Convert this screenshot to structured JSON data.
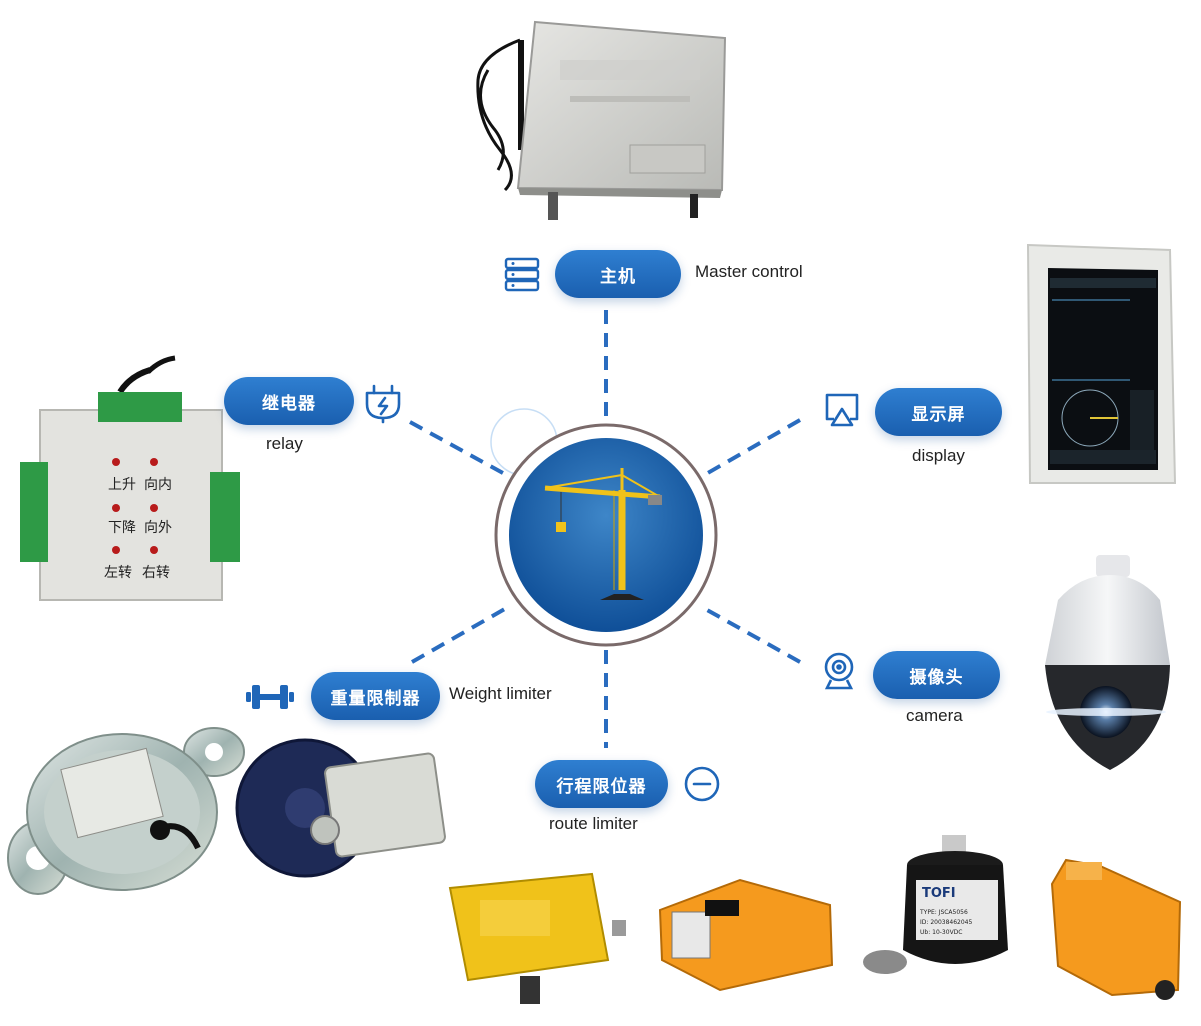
{
  "center": {
    "image": "tower-crane"
  },
  "master": {
    "cn": "主机",
    "en": "Master control",
    "icon": "server-icon"
  },
  "relay": {
    "cn": "继电器",
    "en": "relay",
    "icon": "plug-icon",
    "panel_labels": [
      "上升",
      "向内",
      "下降",
      "向外",
      "左转",
      "右转"
    ]
  },
  "display": {
    "cn": "显示屏",
    "en": "display",
    "icon": "screen-cast-icon"
  },
  "camera": {
    "cn": "摄像头",
    "en": "camera",
    "icon": "webcam-icon"
  },
  "weight": {
    "cn": "重量限制器",
    "en": "Weight limiter",
    "icon": "dumbbell-icon"
  },
  "route": {
    "cn": "行程限位器",
    "en": "route limiter",
    "icon": "minus-circle-icon"
  },
  "encoder": {
    "brand": "TOFI",
    "type": "TYPE: JSCA5056",
    "id": "ID: 20038462045",
    "ub": "Ub: 10-30VDC"
  },
  "colors": {
    "accent": "#1f66b8",
    "accent_light": "#2f7fd1",
    "line": "#2a6cbf",
    "yellow": "#f0c21a",
    "orange": "#f59a1e"
  }
}
